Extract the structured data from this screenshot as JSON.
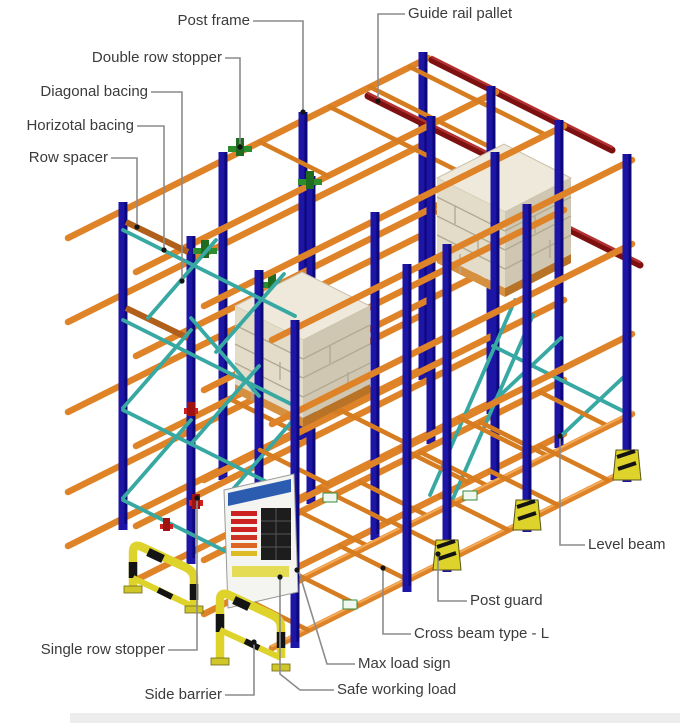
{
  "diagram": {
    "type": "labeled-illustration",
    "subject": "Drive-in pallet racking system with part callouts",
    "labels": [
      {
        "id": "post-frame",
        "text": "Post frame"
      },
      {
        "id": "double-row-stopper",
        "text": "Double row stopper"
      },
      {
        "id": "diagonal-bacing",
        "text": "Diagonal bacing"
      },
      {
        "id": "horizotal-bacing",
        "text": "Horizotal bacing"
      },
      {
        "id": "row-spacer",
        "text": "Row spacer"
      },
      {
        "id": "guide-rail-pallet",
        "text": "Guide rail pallet"
      },
      {
        "id": "level-beam",
        "text": "Level beam"
      },
      {
        "id": "post-guard",
        "text": "Post guard"
      },
      {
        "id": "cross-beam-type-l",
        "text": "Cross beam type - L"
      },
      {
        "id": "max-load-sign",
        "text": "Max load sign"
      },
      {
        "id": "safe-working-load",
        "text": "Safe working load"
      },
      {
        "id": "side-barrier",
        "text": "Side barrier"
      },
      {
        "id": "single-row-stopper",
        "text": "Single row stopper"
      }
    ],
    "colors": {
      "background": "#ffffff",
      "post_blue": "#1c15a5",
      "beam_orange": "#df8328",
      "brace_teal": "#38a8a2",
      "guide_rail_dark_red": "#7d1010",
      "stopper_green": "#2d8c2d",
      "stopper_red": "#cf1f1f",
      "safety_yellow": "#ddd32b",
      "load_cream": "#ece5d6",
      "leader_gray": "#8c8c8c",
      "label_text": "#3b3b3b"
    }
  }
}
